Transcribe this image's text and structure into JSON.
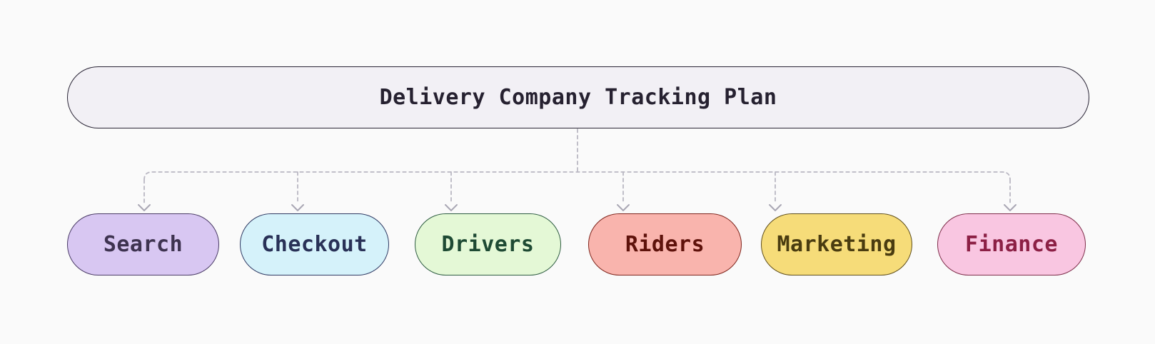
{
  "canvas": {
    "background": "#fafafa"
  },
  "root": {
    "label": "Delivery Company Tracking Plan",
    "fill": "#f2f0f5",
    "border": "#2a2536",
    "text_color": "#262130"
  },
  "nodes": [
    {
      "label": "Search",
      "fill": "#d8c7f2",
      "border": "#4a3b66",
      "text_color": "#3e3350"
    },
    {
      "label": "Checkout",
      "fill": "#d5f2fa",
      "border": "#2f3a63",
      "text_color": "#293157"
    },
    {
      "label": "Drivers",
      "fill": "#e4f8d6",
      "border": "#2d5c40",
      "text_color": "#1e4a34"
    },
    {
      "label": "Riders",
      "fill": "#f9b4ad",
      "border": "#7e241b",
      "text_color": "#5e120b"
    },
    {
      "label": "Marketing",
      "fill": "#f6dc79",
      "border": "#5f4e1a",
      "text_color": "#4a3c10"
    },
    {
      "label": "Finance",
      "fill": "#f9c6e1",
      "border": "#7e2d4a",
      "text_color": "#8c2045"
    }
  ],
  "connector": {
    "line_color": "#b9b7c2",
    "arrow_color": "#a9a7b4"
  }
}
